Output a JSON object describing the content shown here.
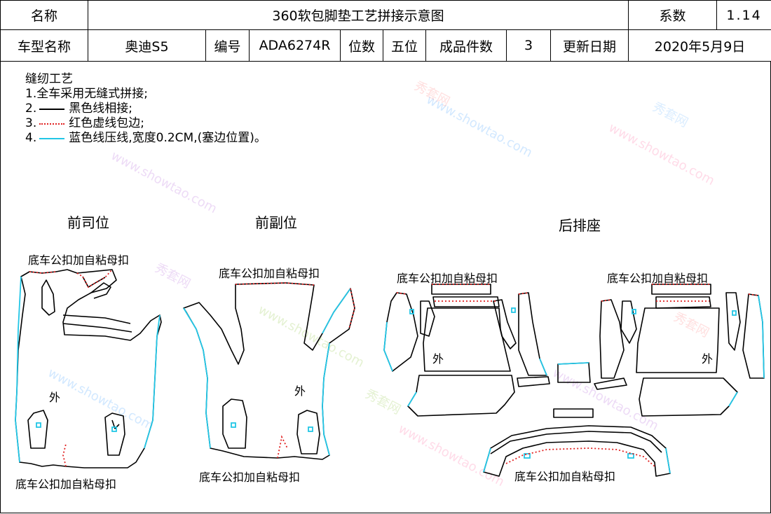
{
  "header": {
    "name_label": "名称",
    "title": "360软包脚垫工艺拼接示意图",
    "coef_label": "系数",
    "coef_value": "1.14",
    "model_label": "车型名称",
    "model_value": "奥迪S5",
    "code_label": "编号",
    "code_value": "ADA6274R",
    "seats_label": "位数",
    "seats_value": "五位",
    "pieces_label": "成品件数",
    "pieces_value": "3",
    "date_label": "更新日期",
    "date_value": "2020年5月9日"
  },
  "notes": {
    "title": "缝纫工艺",
    "item1": "1.全车采用无缝式拼接;",
    "item2_prefix": "2.",
    "item2": "黑色线相接;",
    "item3_prefix": "3.",
    "item3": "红色虚线包边;",
    "item4_prefix": "4.",
    "item4": "蓝色线压线,宽度0.2CM,(塞边位置)。"
  },
  "sections": {
    "front_driver": "前司位",
    "front_passenger": "前副位",
    "rear": "后排座"
  },
  "labels": {
    "fastener": "底车公扣加自粘母扣",
    "outer": "外"
  },
  "watermark": {
    "site": "www.showtao.com",
    "brand": "秀套网"
  },
  "colors": {
    "black_line": "#000000",
    "red_dashed": "#e02020",
    "blue_line": "#22c6e6"
  }
}
